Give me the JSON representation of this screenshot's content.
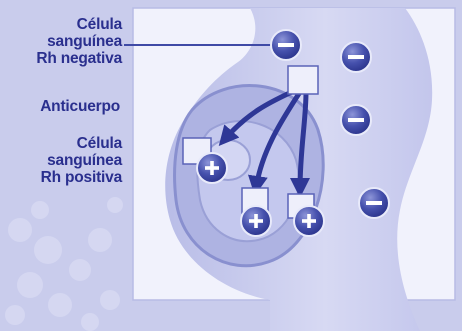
{
  "labels": {
    "rh_negative": [
      "Célula",
      "sanguínea",
      "Rh negativa"
    ],
    "antibody": "Anticuerpo",
    "rh_positive": [
      "Célula",
      "sanguínea",
      "Rh positiva"
    ]
  },
  "symbols": {
    "minus": "–",
    "plus": "+"
  },
  "colors": {
    "background": "#c9ccec",
    "panel": "#f1f2fc",
    "body": "#cfd2f0",
    "cell_fill": "#3f4aa6",
    "antibody_fill": "#eeeffb",
    "arrow": "#2e3796",
    "text": "#2a2f8e"
  }
}
